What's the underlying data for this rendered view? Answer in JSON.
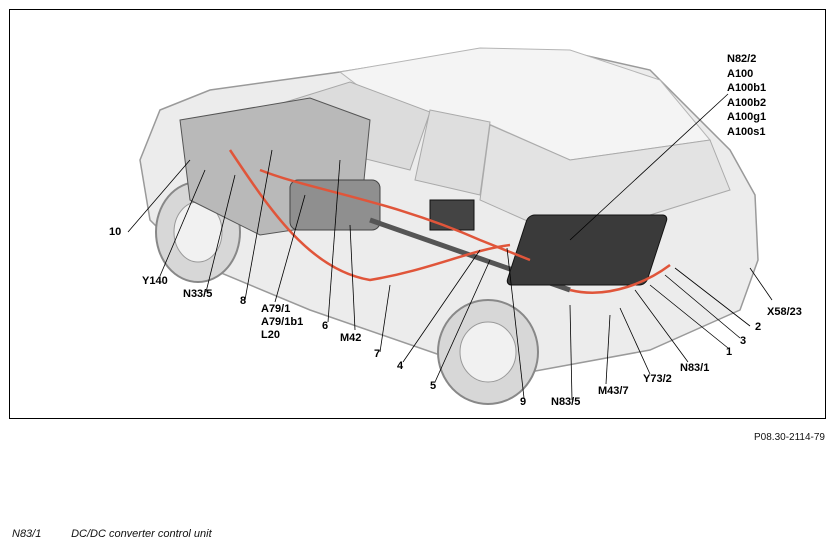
{
  "figure": {
    "reference": "P08.30-2114-79",
    "callouts": {
      "n82_group": [
        "N82/2",
        "A100",
        "A100b1",
        "A100b2",
        "A100g1",
        "A100s1"
      ],
      "c10": "10",
      "y140": "Y140",
      "n33_5": "N33/5",
      "c8": "8",
      "a79_group": [
        "A79/1",
        "A79/1b1",
        "L20"
      ],
      "c6": "6",
      "m42": "M42",
      "c7": "7",
      "c4": "4",
      "c5": "5",
      "c9": "9",
      "n83_5": "N83/5",
      "m43_7": "M43/7",
      "y73_2": "Y73/2",
      "n83_1": "N83/1",
      "c1": "1",
      "c3": "3",
      "c2": "2",
      "x58_23": "X58/23"
    }
  },
  "legend": [
    {
      "code": "N83/1",
      "description": "DC/DC converter control unit"
    }
  ]
}
